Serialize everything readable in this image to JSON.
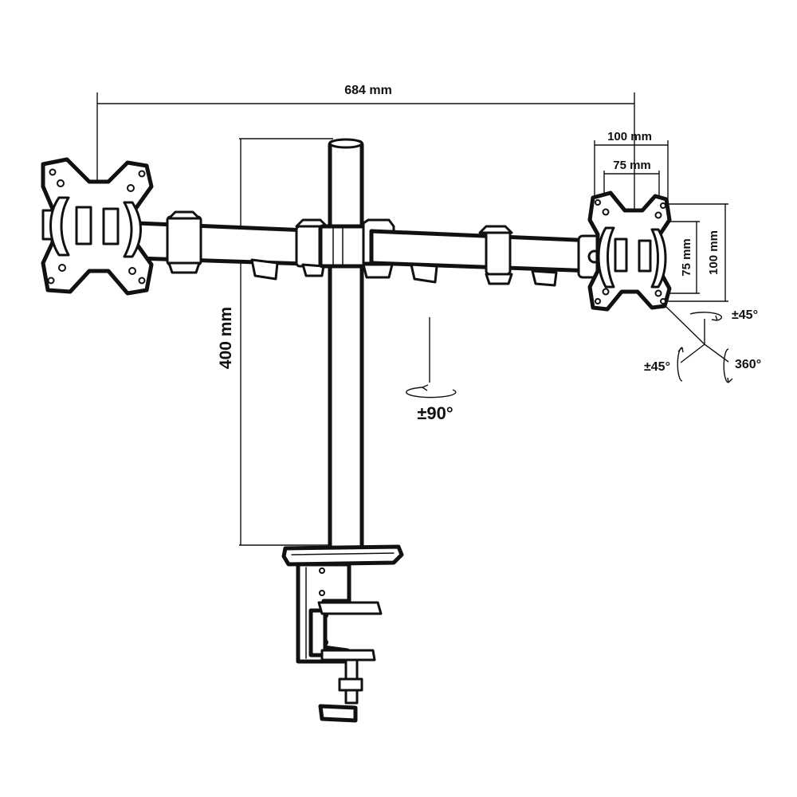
{
  "labels": {
    "arm_width": "684 mm",
    "vesa_outer_h": "100 mm",
    "vesa_inner_h": "75 mm",
    "vesa_inner_v": "75 mm",
    "vesa_outer_v": "100 mm",
    "pole_height": "400 mm",
    "arm_rotation": "±90°",
    "tilt": "±45°",
    "swivel": "±45°",
    "rotate": "360°"
  },
  "colors": {
    "ink": "#111111",
    "background": "#ffffff"
  },
  "icons": {
    "rotation_arrows": "elliptical-rotation-arrow-icon"
  }
}
